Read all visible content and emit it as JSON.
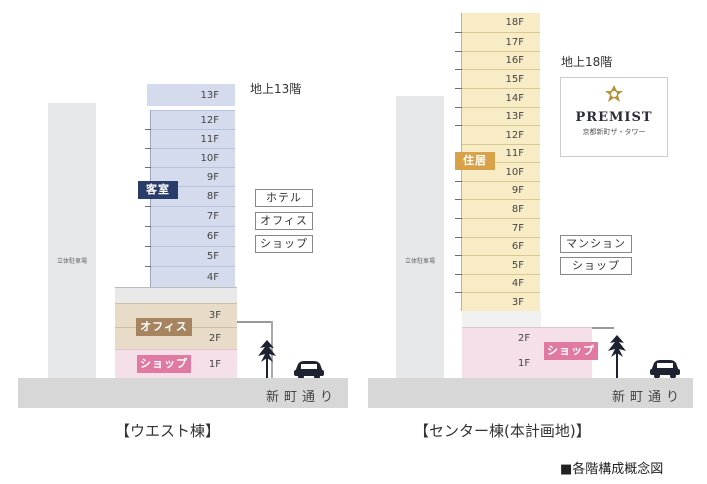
{
  "west": {
    "floors_upper": [
      "13F",
      "12F",
      "11F",
      "10F",
      "9F",
      "8F",
      "7F",
      "6F",
      "5F",
      "4F"
    ],
    "floors_lower": [
      "3F",
      "2F",
      "1F"
    ],
    "height_label": "地上13階",
    "guest_room_tag": "客室",
    "office_tag": "オフィス",
    "shop_tag": "ショップ",
    "legend": [
      "ホテル",
      "オフィス",
      "ショップ"
    ],
    "road": "新町通り",
    "caption": "【ウエスト棟】",
    "parking_label": "立体駐車場"
  },
  "center": {
    "floors_upper": [
      "18F",
      "17F",
      "16F",
      "15F",
      "14F",
      "13F",
      "12F",
      "11F",
      "10F",
      "9F",
      "8F",
      "7F",
      "6F",
      "5F",
      "4F",
      "3F"
    ],
    "floors_lower": [
      "2F",
      "1F"
    ],
    "height_label": "地上18階",
    "residence_tag": "住居",
    "shop_tag": "ショップ",
    "legend": [
      "マンション",
      "ショップ"
    ],
    "road": "新町通り",
    "caption": "【センター棟(本計画地)】",
    "parking_label": "立体駐車場"
  },
  "logo": {
    "name": "PREMIST",
    "subtitle": "京都新町ザ・タワー"
  },
  "footnote": "■各階構成概念図",
  "colors": {
    "hotel": "#d3dbec",
    "office": "#e8dcc9",
    "shop": "#f5dfe8",
    "residence": "#f8ecc6",
    "guest_tag": "#2a3d6a",
    "office_tag": "#a6845f",
    "shop_tag": "#e07aa2",
    "residence_tag": "#d9a24a"
  }
}
